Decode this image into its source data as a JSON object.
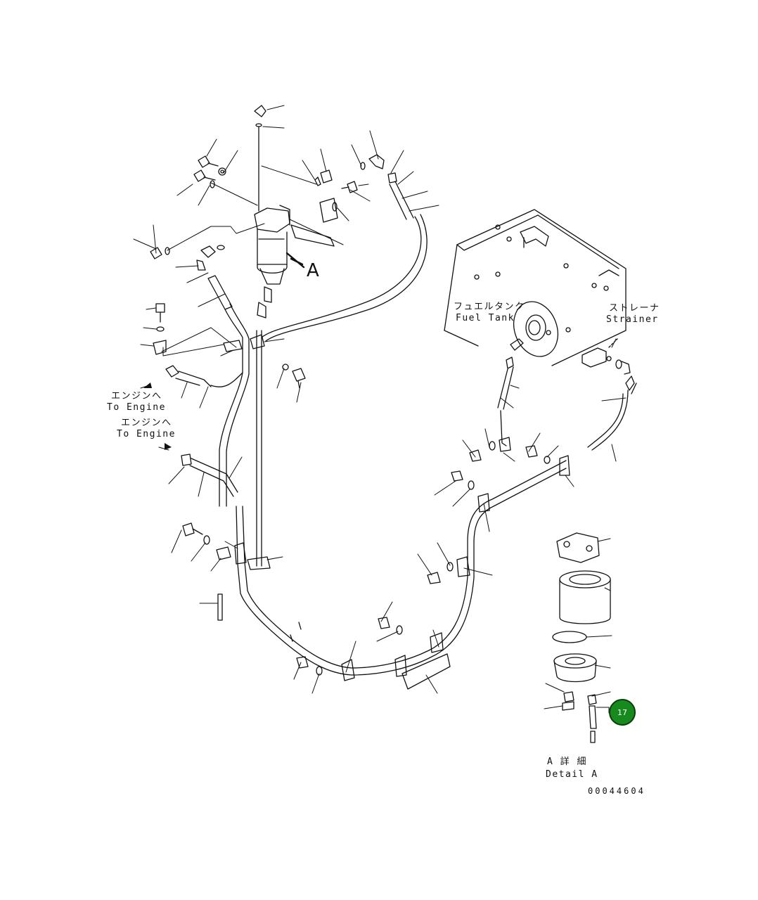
{
  "labels": {
    "detail_marker": "A",
    "fuel_tank_jp": "フュエルタンク",
    "fuel_tank_en": "Fuel Tank",
    "strainer_jp": "ストレーナ",
    "strainer_en": "Strainer",
    "to_engine_1_jp": "エンジンへ",
    "to_engine_1_en": "To Engine",
    "to_engine_2_jp": "エンジンへ",
    "to_engine_2_en": "To Engine",
    "detail_a_jp": "A 詳 細",
    "detail_a_en": "Detail A",
    "drawing_number": "00044604"
  },
  "callout": {
    "label": "17",
    "color": "#178a1e"
  }
}
